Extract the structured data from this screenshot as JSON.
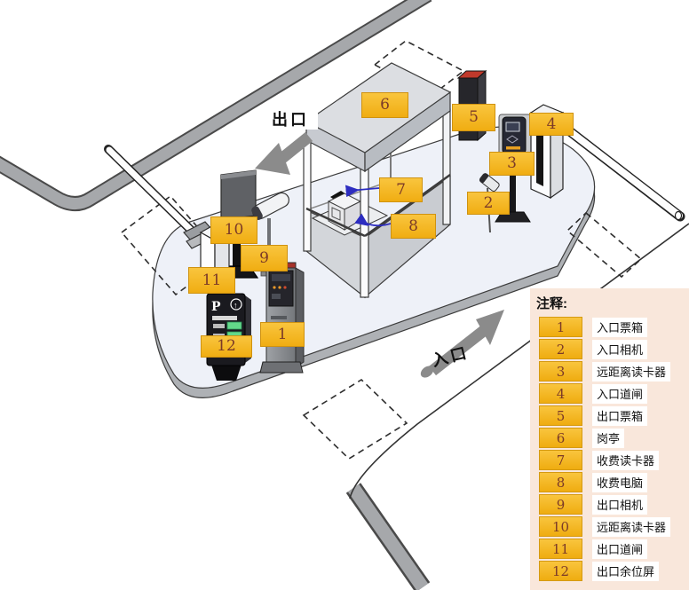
{
  "legend": {
    "title": "注释:",
    "items": [
      {
        "num": "1",
        "label": "入口票箱"
      },
      {
        "num": "2",
        "label": "入口相机"
      },
      {
        "num": "3",
        "label": "远距离读卡器"
      },
      {
        "num": "4",
        "label": "入口道闸"
      },
      {
        "num": "5",
        "label": "出口票箱"
      },
      {
        "num": "6",
        "label": "岗亭"
      },
      {
        "num": "7",
        "label": "收费读卡器"
      },
      {
        "num": "8",
        "label": "收费电脑"
      },
      {
        "num": "9",
        "label": "出口相机"
      },
      {
        "num": "10",
        "label": "远距离读卡器"
      },
      {
        "num": "11",
        "label": "出口道闸"
      },
      {
        "num": "12",
        "label": "出口余位屏"
      }
    ]
  },
  "directions": {
    "exit": "出口",
    "entrance": "入口"
  },
  "kiosk": {
    "p_label": "P",
    "up_arrow": "↑"
  },
  "colors": {
    "marker_bg": "#f2b01e",
    "marker_text": "#7b3a28",
    "legend_bg": "#f9e7db",
    "road_gray": "#a6a8ab",
    "island_fill": "#eef1f8",
    "direction_arrow": "#8b8b8b",
    "pointer_arrow": "#2d2dc0"
  }
}
